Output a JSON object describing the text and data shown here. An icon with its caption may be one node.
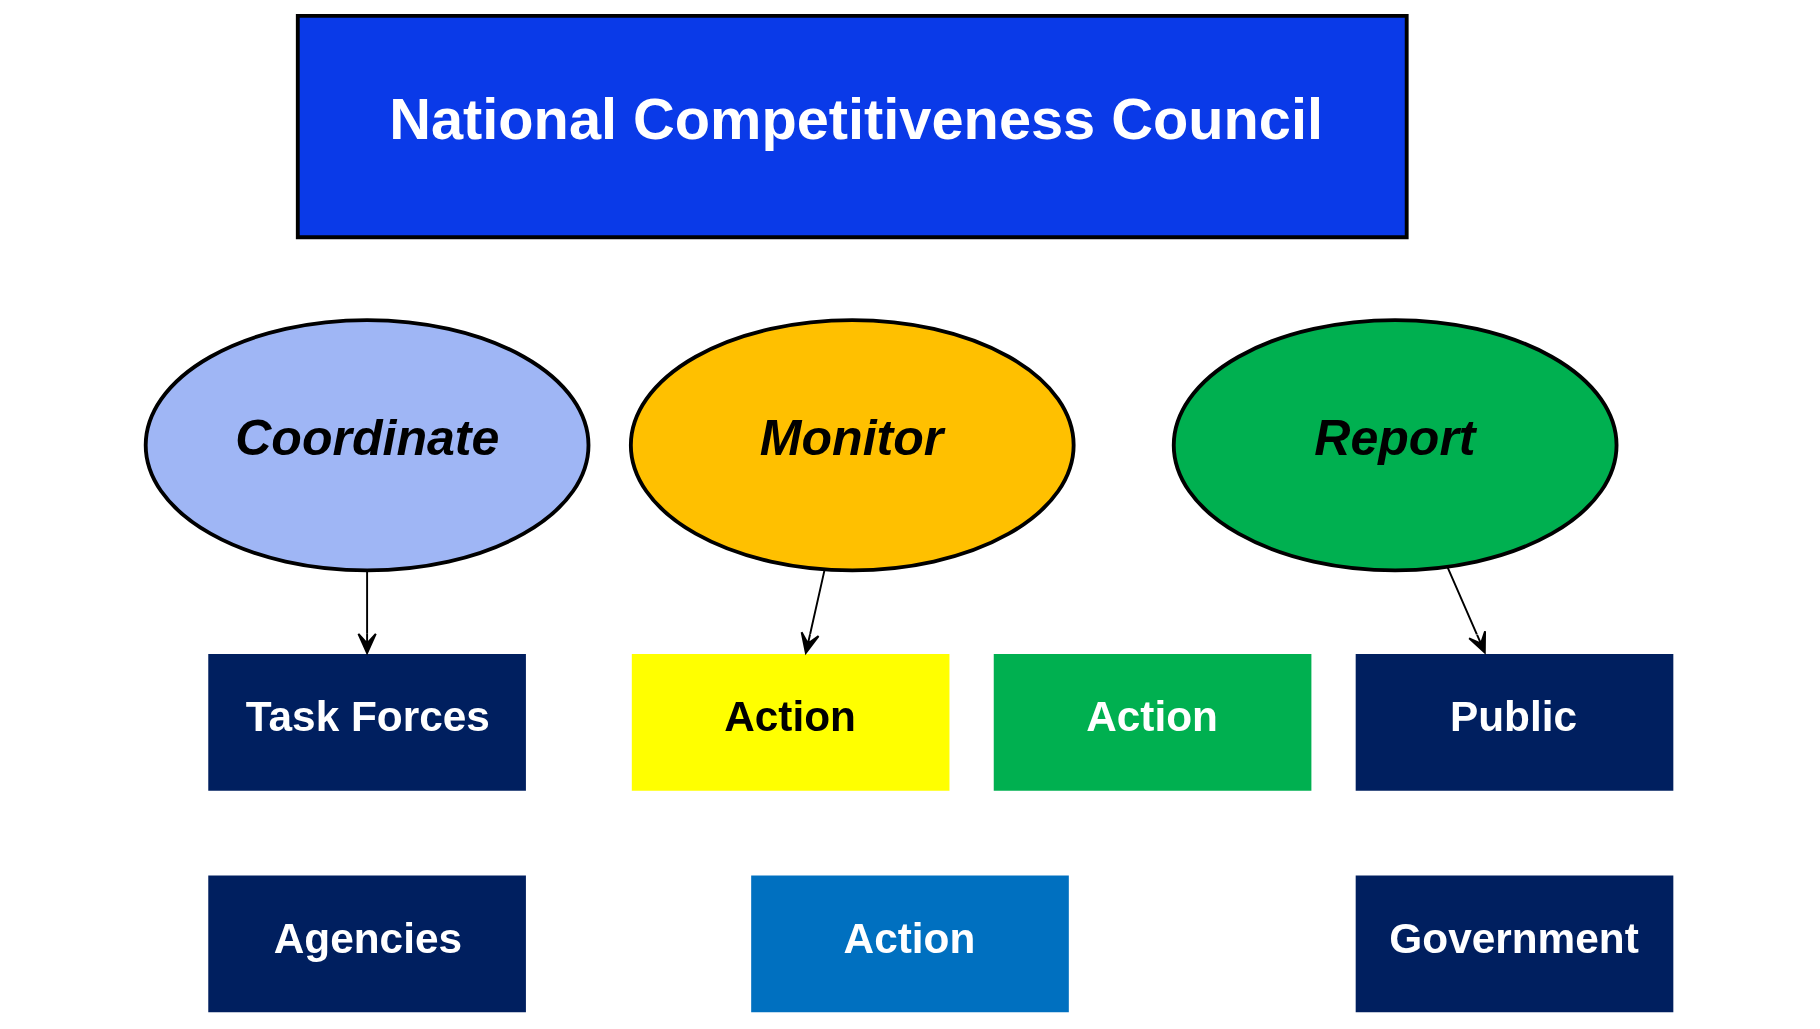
{
  "diagram": {
    "nodes": [
      {
        "text": [
          "National Competitiveness Council"
        ]
      },
      {
        "text": [
          "Coordinate"
        ]
      },
      {
        "text": [
          "Monitor"
        ]
      },
      {
        "text": [
          "Report"
        ]
      },
      {
        "text": [
          "Task Forces"
        ]
      },
      {
        "text": [
          "Agencies"
        ]
      },
      {
        "text": [
          "Action"
        ]
      },
      {
        "text": [
          "Action"
        ]
      },
      {
        "text": [
          "Action"
        ]
      },
      {
        "text": [
          "Public"
        ]
      },
      {
        "text": [
          "Government"
        ]
      }
    ],
    "edges": [
      {
        "from": 1,
        "to": 4,
        "arrow": "to"
      },
      {
        "from": 2,
        "to": 6,
        "arrow": "to"
      },
      {
        "from": 3,
        "to": 9,
        "arrow": "to"
      }
    ]
  }
}
